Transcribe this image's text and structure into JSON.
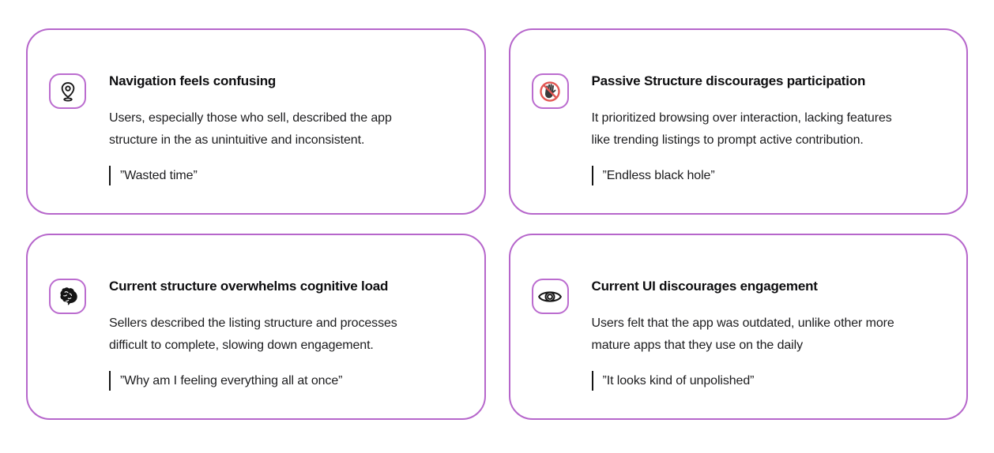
{
  "theme": {
    "card_border_color": "#b666cb",
    "icon_box_border_color": "#bb6ccf",
    "title_color": "#0e0e10",
    "body_color": "#1c1c1e",
    "quote_bar_color": "#141414",
    "prohibit_red": "#e25753",
    "background": "#ffffff"
  },
  "cards": [
    {
      "icon": "location-pin-icon",
      "title": "Navigation feels confusing",
      "body": "Users, especially those who sell, described the app structure in the as unintuitive and inconsistent.",
      "quote": "”Wasted time”"
    },
    {
      "icon": "no-hand-icon",
      "title": "Passive Structure discourages participation",
      "body": "It prioritized browsing over interaction, lacking features like trending listings to prompt active contribution.",
      "quote": "”Endless black hole”"
    },
    {
      "icon": "brain-icon",
      "title": "Current structure overwhelms cognitive load",
      "body": "Sellers described the listing structure and processes difficult to complete, slowing down engagement.",
      "quote": "”Why am I feeling everything all at once”"
    },
    {
      "icon": "eye-icon",
      "title": "Current UI discourages engagement",
      "body": "Users felt that the app was outdated, unlike other more mature apps that they use on the daily",
      "quote": "”It looks kind of unpolished”"
    }
  ]
}
